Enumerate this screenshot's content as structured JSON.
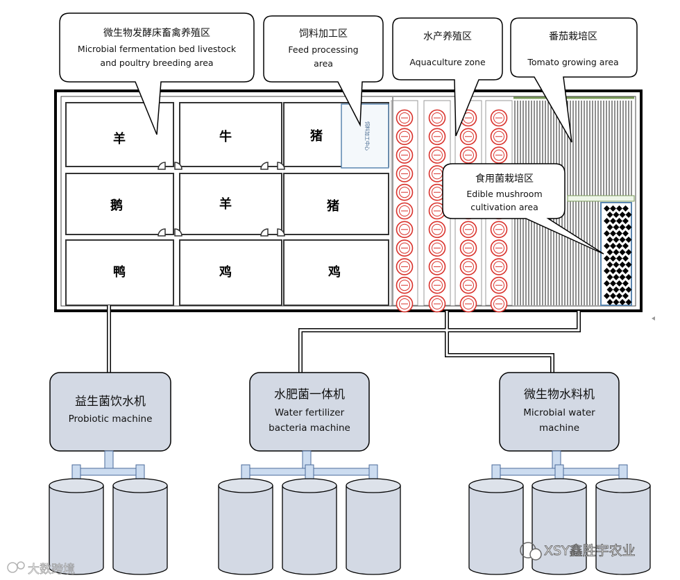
{
  "callouts": {
    "livestock": {
      "zh": "微生物发酵床畜禽养殖区",
      "en1": "Microbial fermentation bed livestock",
      "en2": "and poultry breeding area"
    },
    "feed": {
      "zh": "饲料加工区",
      "en1": "Feed processing",
      "en2": "area"
    },
    "aqua": {
      "zh": "水产养殖区",
      "en1": "Aquaculture zone"
    },
    "tomato": {
      "zh": "番茄栽培区",
      "en1": "Tomato growing area"
    },
    "mushroom": {
      "zh": "食用菌栽培区",
      "en1": "Edible mushroom",
      "en2": "cultivation area"
    }
  },
  "pens": [
    "羊",
    "牛",
    "猪",
    "鹅",
    "羊",
    "猪",
    "鸭",
    "鸡",
    "鸡"
  ],
  "feed_center": "饲料加工中心",
  "machines": {
    "probiotic": {
      "zh": "益生菌饮水机",
      "en1": "Probiotic machine"
    },
    "water_fertilizer": {
      "zh": "水肥菌一体机",
      "en1": "Water fertilizer",
      "en2": "bacteria machine"
    },
    "microbial_water": {
      "zh": "微生物水料机",
      "en1": "Microbial water",
      "en2": "machine"
    }
  },
  "watermark": {
    "left": "大数跨境",
    "right": "XSY鑫胜宇农业"
  },
  "colors": {
    "machine_fill": "#d3d9e4",
    "pipe_fill": "#ccdcf0",
    "pond_red": "#d9302a",
    "frame": "#000000"
  }
}
